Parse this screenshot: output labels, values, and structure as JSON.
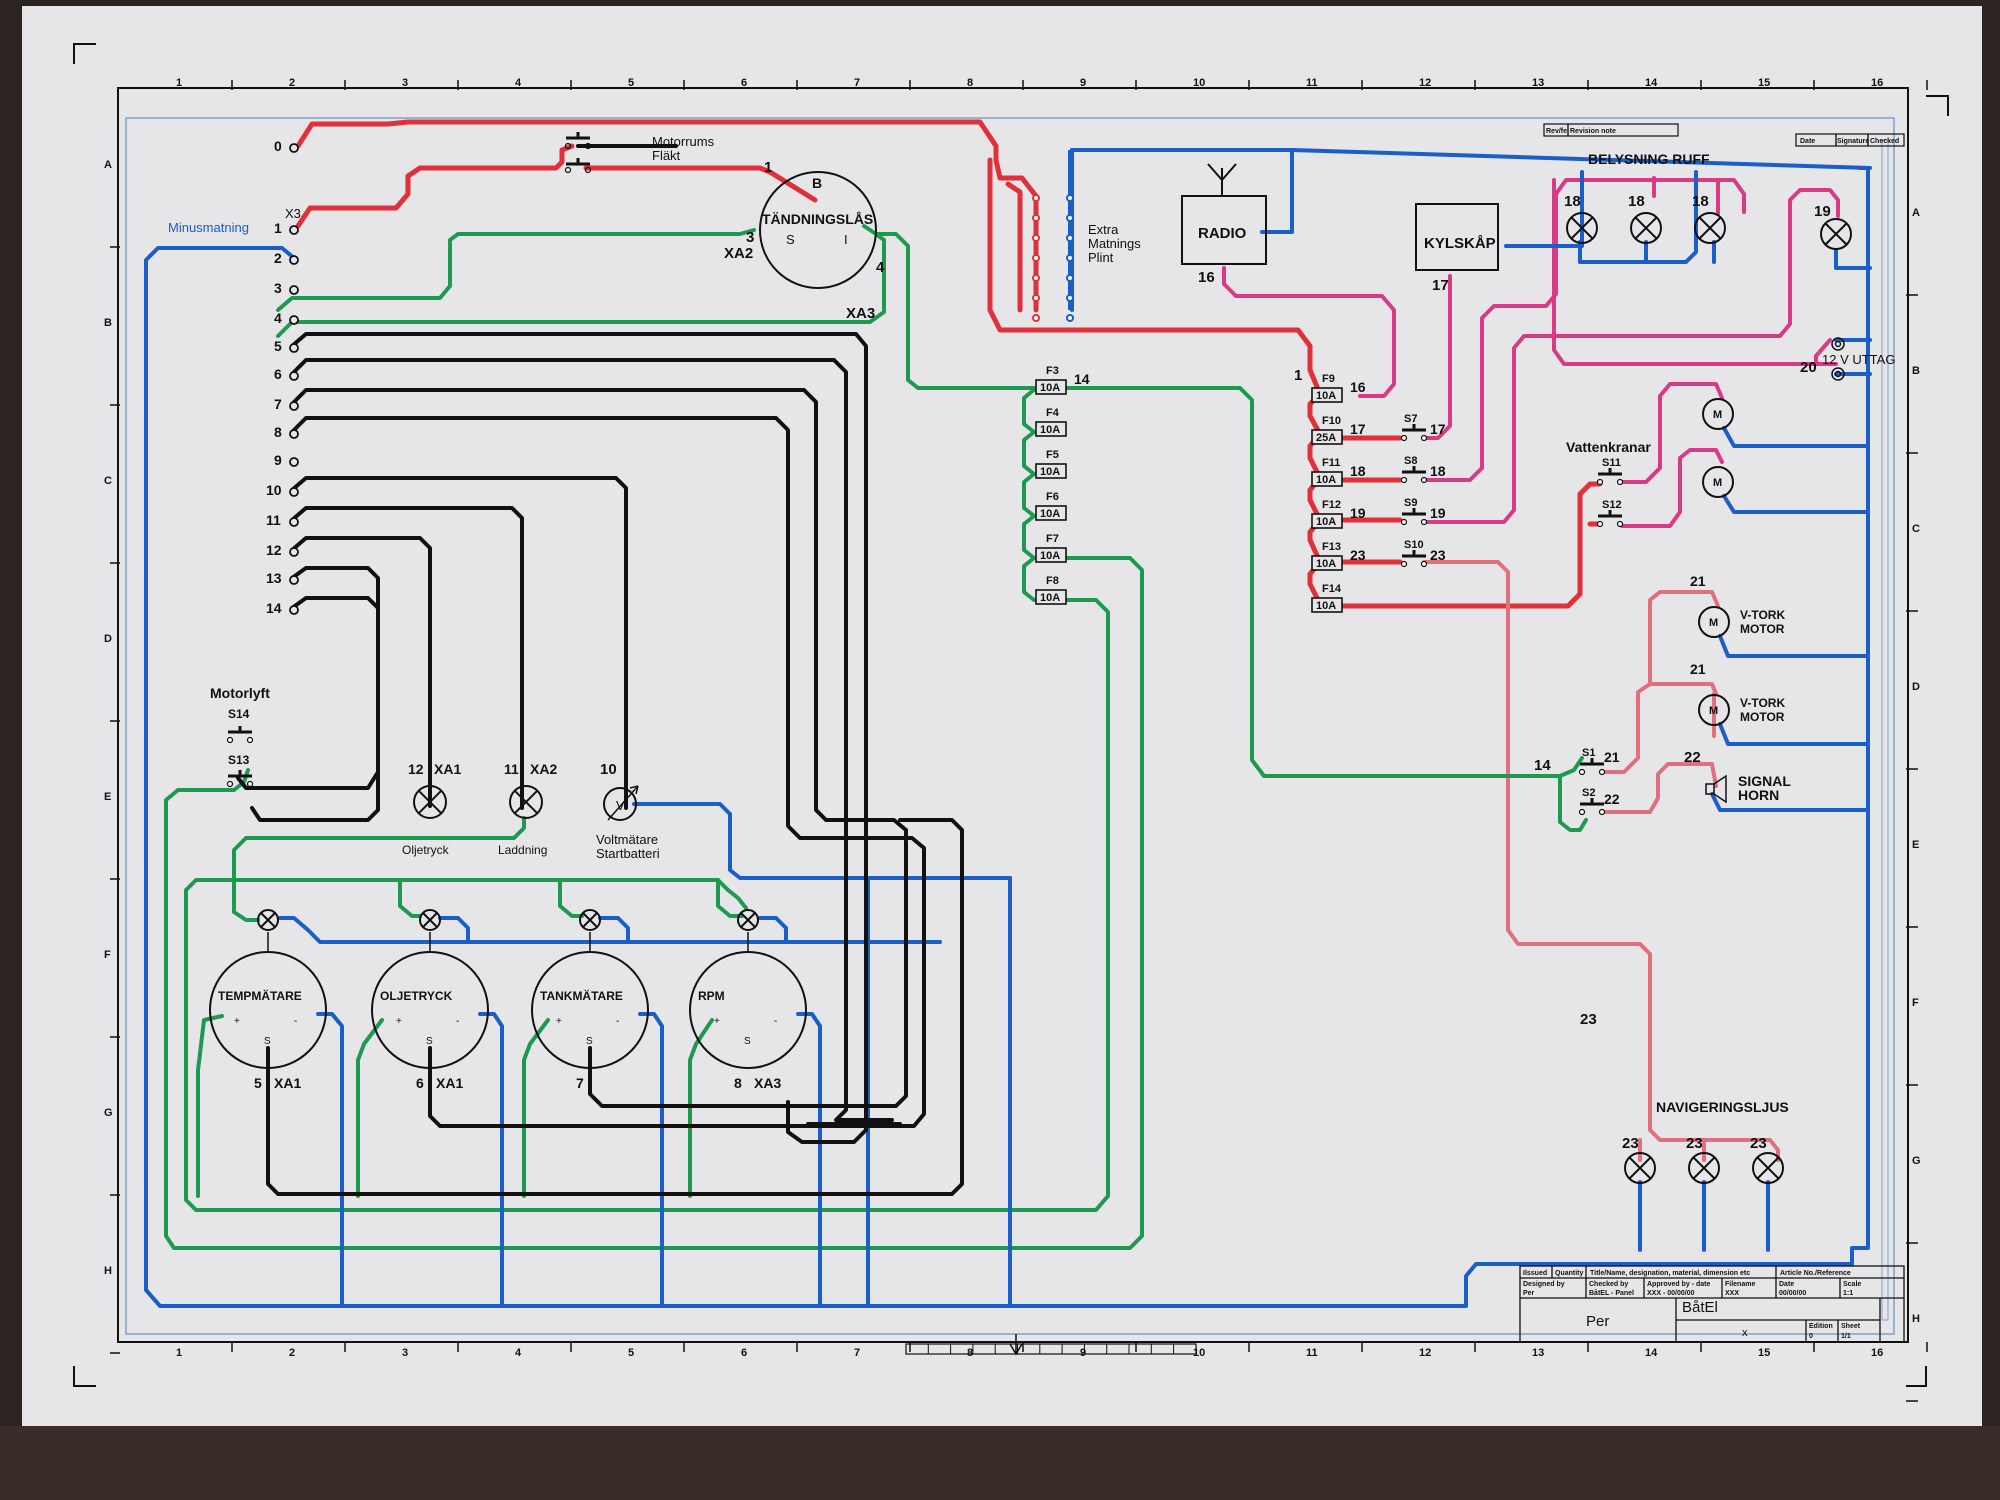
{
  "colors": {
    "red": "#e0303a",
    "green": "#1e9a50",
    "blue": "#1a5ec8",
    "black": "#111111",
    "magenta": "#d93a86",
    "pink": "#e0707e",
    "paper": "#e6e5e8",
    "frame_blue": "#7da2cc"
  },
  "frame": {
    "columns": [
      "1",
      "2",
      "3",
      "4",
      "5",
      "6",
      "7",
      "8",
      "9",
      "10",
      "11",
      "12",
      "13",
      "14",
      "15",
      "16"
    ],
    "rows": [
      "A",
      "B",
      "C",
      "D",
      "E",
      "F",
      "G",
      "H"
    ]
  },
  "terminal_block": {
    "name": "X3",
    "label_minus": "Minusmatning",
    "terminals": [
      "0",
      "1",
      "2",
      "3",
      "4",
      "5",
      "6",
      "7",
      "8",
      "9",
      "10",
      "11",
      "12",
      "13",
      "14"
    ]
  },
  "motor_room_fan": {
    "line1": "Motorrums",
    "line2": "Fläkt"
  },
  "ignition": {
    "title": "TÄNDNINGSLÅS",
    "pin_b": "B",
    "pin_s": "S",
    "pin_i": "I",
    "wire_b": "1",
    "wire_s": "3",
    "wire_i": "4",
    "conn_s": "XA2",
    "conn_i": "XA3"
  },
  "extra_supply": {
    "line1": "Extra",
    "line2": "Matnings",
    "line3": "Plint"
  },
  "radio": {
    "label": "RADIO",
    "wire": "16"
  },
  "fridge": {
    "label": "KYLSKÅP",
    "wire": "17"
  },
  "cabin_lights": {
    "title": "BELYSNING RUFF",
    "lamps": [
      "18",
      "18",
      "18"
    ],
    "lamp19": "19"
  },
  "outlet": {
    "label": "12 V UTTAG",
    "wire": "20"
  },
  "fuses_left": [
    {
      "id": "F3",
      "rating": "10A",
      "wire": "14"
    },
    {
      "id": "F4",
      "rating": "10A",
      "wire": ""
    },
    {
      "id": "F5",
      "rating": "10A",
      "wire": ""
    },
    {
      "id": "F6",
      "rating": "10A",
      "wire": ""
    },
    {
      "id": "F7",
      "rating": "10A",
      "wire": ""
    },
    {
      "id": "F8",
      "rating": "10A",
      "wire": ""
    }
  ],
  "fuses_right": [
    {
      "id": "F9",
      "rating": "10A",
      "wire": "16",
      "switch": "",
      "out": ""
    },
    {
      "id": "F10",
      "rating": "25A",
      "wire": "17",
      "switch": "S7",
      "out": "17"
    },
    {
      "id": "F11",
      "rating": "10A",
      "wire": "18",
      "switch": "S8",
      "out": "18"
    },
    {
      "id": "F12",
      "rating": "10A",
      "wire": "19",
      "switch": "S9",
      "out": "19"
    },
    {
      "id": "F13",
      "rating": "10A",
      "wire": "23",
      "switch": "S10",
      "out": "23"
    },
    {
      "id": "F14",
      "rating": "10A",
      "wire": "",
      "switch": "",
      "out": ""
    }
  ],
  "fuse_feed_wire": "1",
  "water_taps": {
    "title": "Vattenkranar",
    "switches": [
      "S11",
      "S12"
    ],
    "motor": "M"
  },
  "wipers": [
    {
      "wire": "21",
      "label1": "V-TORK",
      "label2": "MOTOR",
      "motor": "M"
    },
    {
      "wire": "21",
      "label1": "V-TORK",
      "label2": "MOTOR",
      "motor": "M"
    }
  ],
  "horn": {
    "wire": "22",
    "label1": "SIGNAL",
    "label2": "HORN"
  },
  "switches_14": {
    "feed": "14",
    "s1": "S1",
    "s1_out": "21",
    "s2": "S2",
    "s2_out": "22"
  },
  "nav_lights": {
    "title": "NAVIGERINGSLJUS",
    "wire": "23",
    "lamps": [
      "23",
      "23",
      "23"
    ]
  },
  "motor_lift": {
    "title": "Motorlyft",
    "s14": "S14",
    "s13": "S13"
  },
  "warning_lamps": [
    {
      "wire": "12",
      "conn": "XA1",
      "label": "Oljetryck"
    },
    {
      "wire": "11",
      "conn": "XA2",
      "label": "Laddning"
    }
  ],
  "voltmeter": {
    "wire": "10",
    "label1": "Voltmätare",
    "label2": "Startbatteri",
    "symbol": "V"
  },
  "gauges": [
    {
      "name": "TEMPMÄTARE",
      "wire": "5",
      "conn": "XA1"
    },
    {
      "name": "OLJETRYCK",
      "wire": "6",
      "conn": "XA1"
    },
    {
      "name": "TANKMÄTARE",
      "wire": "7",
      "conn": ""
    },
    {
      "name": "RPM",
      "wire": "8",
      "conn": "XA3"
    }
  ],
  "gauge_pins": {
    "plus": "+",
    "minus": "-",
    "signal": "S"
  },
  "revision_block": {
    "revfile": "Rev/fe",
    "revnote": "Revision note",
    "date": "Date",
    "signature": "Signature",
    "checked": "Checked"
  },
  "title_block": {
    "h_issued": "Ilssued",
    "h_quantity": "Quantity",
    "h_title": "Title/Name, designation, material, dimension etc",
    "h_article": "Article No./Reference",
    "designed_by_label": "Designed by",
    "designed_by": "Per",
    "checked_by_label": "Checked by",
    "checked_by": "BåtEL - Panel",
    "approved_label": "Approved by - date",
    "approved": "XXX - 00/00/00",
    "filename_label": "Filename",
    "filename": "XXX",
    "date_label": "Date",
    "date": "00/00/00",
    "scale_label": "Scale",
    "scale": "1:1",
    "owner": "Per",
    "project": "BåtEl",
    "doc": "x",
    "edition_label": "Edition",
    "edition": "0",
    "sheet_label": "Sheet",
    "sheet": "1/1"
  }
}
